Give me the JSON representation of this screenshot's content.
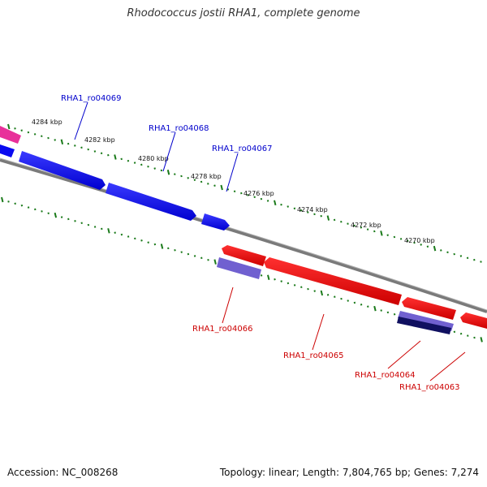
{
  "title": "Rhodococcus jostii RHA1, complete genome",
  "footer": {
    "accession": "Accession: NC_008268",
    "topology": "Topology: linear; Length: 7,804,765 bp; Genes: 7,274"
  },
  "colors": {
    "forward_gene": "#0a0af0",
    "reverse_gene": "#e00000",
    "rna_feature": "#7060d0",
    "dark_feature": "#101060",
    "pink_feature": "#e8309a",
    "backbone": "#808080",
    "ticks": "#1a7a1a"
  },
  "scale_labels": [
    "4284 kbp",
    "4282 kbp",
    "4280 kbp",
    "4278 kbp",
    "4276 kbp",
    "4274 kbp",
    "4272 kbp",
    "4270 kbp"
  ],
  "forward_genes": [
    {
      "name": "RHA1_ro04069"
    },
    {
      "name": "RHA1_ro04068"
    },
    {
      "name": "RHA1_ro04067"
    }
  ],
  "reverse_genes": [
    {
      "name": "RHA1_ro04066"
    },
    {
      "name": "RHA1_ro04065"
    },
    {
      "name": "RHA1_ro04064"
    },
    {
      "name": "RHA1_ro04063"
    }
  ]
}
